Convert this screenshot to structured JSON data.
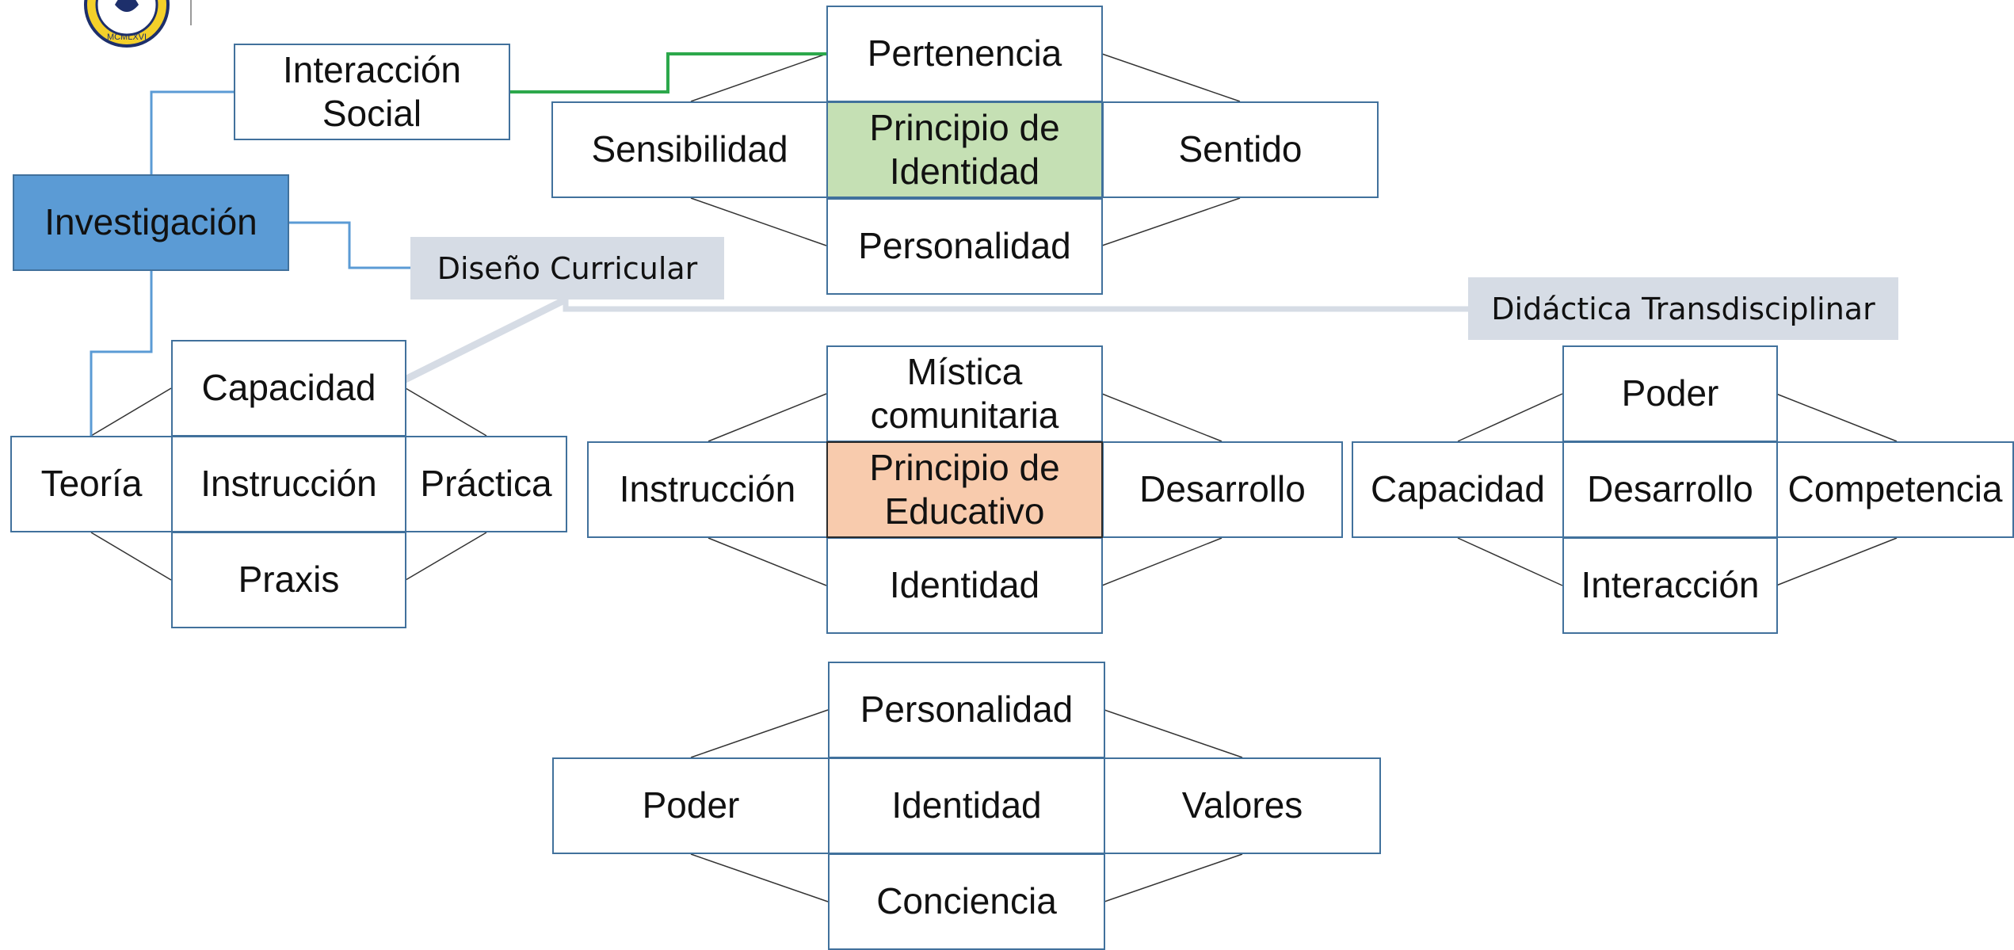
{
  "colors": {
    "box_border": "#41719c",
    "investigacion_fill": "#5b9bd5",
    "identidad_fill": "#c5e0b4",
    "educativo_fill": "#f8cbad",
    "tag_fill": "#d6dce5",
    "green_link": "#2ca84b",
    "blue_link": "#5b9bd5",
    "grey_link": "#d6dce5"
  },
  "logo": {
    "seal_text": "MCMLXVI",
    "icon": "university-seal-icon"
  },
  "investigacion": "Investigación",
  "interaccion_social": "Interacción\nSocial",
  "tags": {
    "diseno": "Diseño Curricular",
    "didactica": "Didáctica Transdisciplinar"
  },
  "identidad": {
    "top": "Pertenencia",
    "left": "Sensibilidad",
    "center": "Principio de\nIdentidad",
    "right": "Sentido",
    "bottom": "Personalidad"
  },
  "curricular": {
    "top": "Capacidad",
    "left": "Teoría",
    "center": "Instrucción",
    "right": "Práctica",
    "bottom": "Praxis"
  },
  "educativo": {
    "top": "Mística\ncomunitaria",
    "left": "Instrucción",
    "center": "Principio de\nEducativo",
    "right": "Desarrollo",
    "bottom": "Identidad"
  },
  "didactica": {
    "top": "Poder",
    "left": "Capacidad",
    "center": "Desarrollo",
    "right": "Competencia",
    "bottom": "Interacción"
  },
  "valores": {
    "top": "Personalidad",
    "left": "Poder",
    "center": "Identidad",
    "right": "Valores",
    "bottom": "Conciencia"
  }
}
